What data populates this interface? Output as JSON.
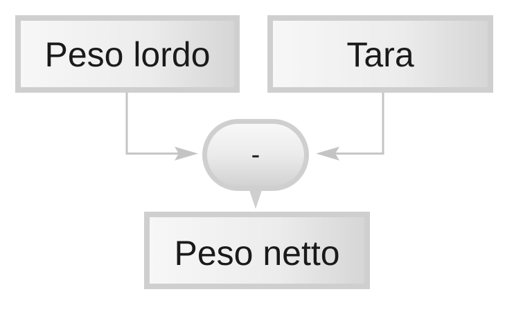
{
  "diagram": {
    "inputs": {
      "left_label": "Peso lordo",
      "right_label": "Tara"
    },
    "operator": {
      "symbol": "-"
    },
    "output": {
      "label": "Peso netto"
    }
  },
  "colors": {
    "box_border": "#cfcfcf",
    "box_fill_light": "#f6f6f6",
    "box_fill_dark": "#d8d8d8",
    "connector": "#c4c4c4",
    "text": "#1a1a1a"
  }
}
